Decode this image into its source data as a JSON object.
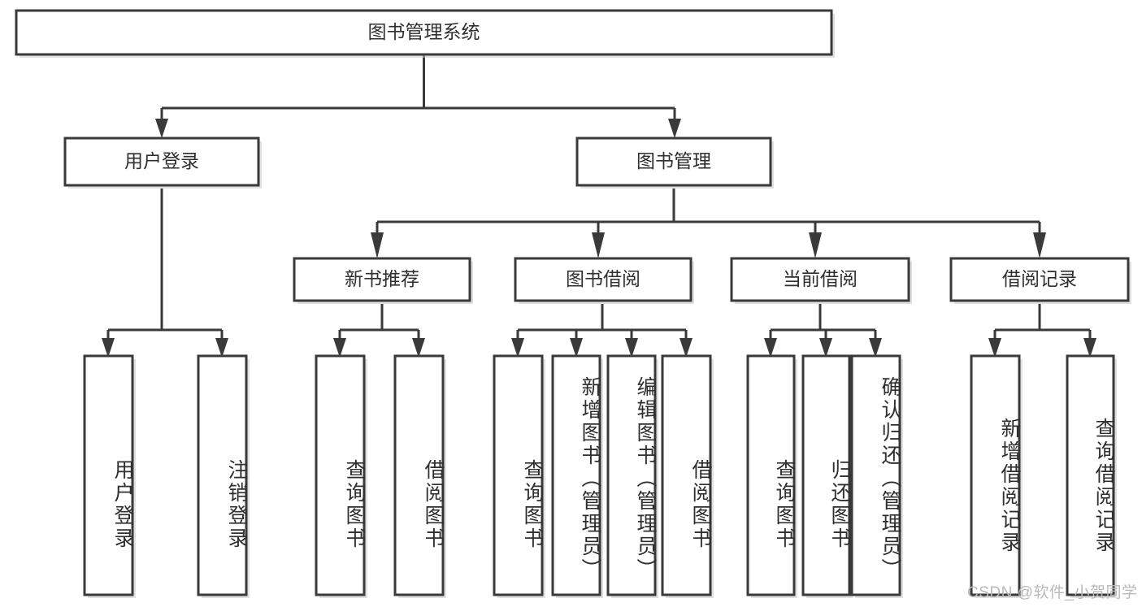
{
  "diagram": {
    "type": "tree-hierarchy-chart",
    "title": "图书管理系统",
    "orientation": "top-down",
    "colors": {
      "box_fill": "#ffffff",
      "box_stroke": "#3a3a3a",
      "text": "#2f2f2f",
      "watermark": "#b9b9b9",
      "background": "#ffffff"
    },
    "root": {
      "id": "root",
      "label": "图书管理系统",
      "level": 1,
      "orientation": "horizontal"
    },
    "level2": [
      {
        "id": "user-login",
        "label": "用户登录",
        "orientation": "horizontal"
      },
      {
        "id": "book-manage",
        "label": "图书管理",
        "orientation": "horizontal"
      }
    ],
    "level3": [
      {
        "id": "new-book-rec",
        "label": "新书推荐",
        "parent": "book-manage",
        "orientation": "horizontal"
      },
      {
        "id": "book-borrow",
        "label": "图书借阅",
        "parent": "book-manage",
        "orientation": "horizontal"
      },
      {
        "id": "current-borrow",
        "label": "当前借阅",
        "parent": "book-manage",
        "orientation": "horizontal"
      },
      {
        "id": "borrow-record",
        "label": "借阅记录",
        "parent": "book-manage",
        "orientation": "horizontal"
      }
    ],
    "leaves": [
      {
        "id": "leaf-user-login",
        "label": "用户登录",
        "parent": "user-login",
        "orientation": "vertical"
      },
      {
        "id": "leaf-user-logout",
        "label": "注销登录",
        "parent": "user-login",
        "orientation": "vertical"
      },
      {
        "id": "leaf-query-book-1",
        "label": "查询图书",
        "parent": "new-book-rec",
        "orientation": "vertical"
      },
      {
        "id": "leaf-borrow-book-1",
        "label": "借阅图书",
        "parent": "new-book-rec",
        "orientation": "vertical"
      },
      {
        "id": "leaf-query-book-2",
        "label": "查询图书",
        "parent": "book-borrow",
        "orientation": "vertical"
      },
      {
        "id": "leaf-add-book",
        "label": "新增图书（管理员）",
        "parent": "book-borrow",
        "orientation": "vertical"
      },
      {
        "id": "leaf-edit-book",
        "label": "编辑图书（管理员）",
        "parent": "book-borrow",
        "orientation": "vertical"
      },
      {
        "id": "leaf-borrow-book-2",
        "label": "借阅图书",
        "parent": "book-borrow",
        "orientation": "vertical"
      },
      {
        "id": "leaf-query-book-3",
        "label": "查询图书",
        "parent": "current-borrow",
        "orientation": "vertical"
      },
      {
        "id": "leaf-return-book",
        "label": "归还图书",
        "parent": "current-borrow",
        "orientation": "vertical"
      },
      {
        "id": "leaf-confirm-return",
        "label": "确认归还（管理员）",
        "parent": "current-borrow",
        "orientation": "vertical"
      },
      {
        "id": "leaf-add-record",
        "label": "新增借阅记录",
        "parent": "borrow-record",
        "orientation": "vertical"
      },
      {
        "id": "leaf-query-record",
        "label": "查询借阅记录",
        "parent": "borrow-record",
        "orientation": "vertical"
      }
    ]
  },
  "watermark": {
    "text": "CSDN @软件_小贺同学"
  }
}
